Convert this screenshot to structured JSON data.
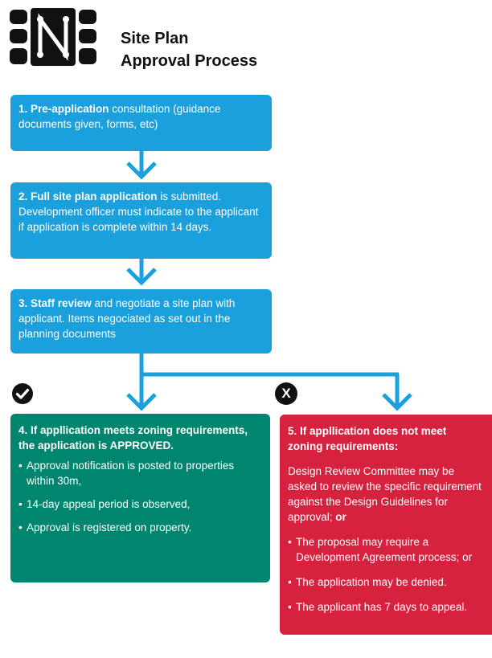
{
  "header": {
    "title_line1": "Site Plan",
    "title_line2": "Approval Process"
  },
  "steps": [
    {
      "bold": "1. Pre-application",
      "text": " consultation (guidance documents given, forms, etc)"
    },
    {
      "bold": "2. Full site plan application",
      "text": " is submitted. Development officer must indicate to the applicant if application is complete within 14 days."
    },
    {
      "bold": "3. Staff review",
      "text": " and negotiate a site plan with applicant. Items negociated as set out in the planning documents"
    }
  ],
  "approved": {
    "icon": "checkmark-icon",
    "heading": "4. If appllication meets zoning requirements, the application is APPROVED.",
    "bullets": [
      "Approval notification is posted to properties within 30m,",
      "14-day appeal period is observed,",
      "Approval is registered on property."
    ]
  },
  "denied": {
    "icon": "x-icon",
    "icon_label": "X",
    "heading": "5. If appllication does not meet zoning requirements:",
    "intro_prefix": "Design Review Committee may be asked to review the specific requirement against the Design Guidelines for approval; ",
    "intro_or": "or",
    "bullets": [
      "The proposal may require a Development Agreement process; or",
      "The application may be denied.",
      "The applicant has 7 days to appeal."
    ]
  },
  "colors": {
    "step_blue": "#1aa0dc",
    "approved_green": "#00866f",
    "denied_red": "#d6213f",
    "title_text": "#111111"
  }
}
